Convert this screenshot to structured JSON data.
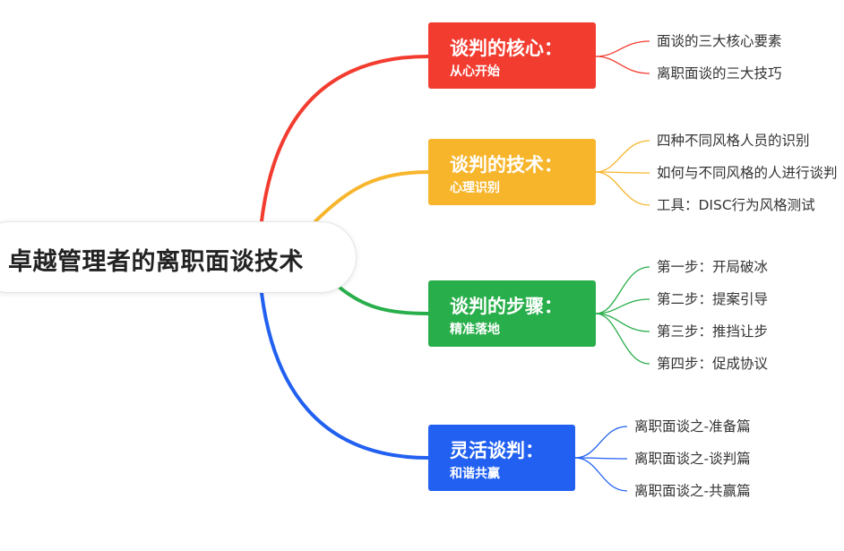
{
  "root": {
    "title": "卓越管理者的离职面谈技术"
  },
  "branches": [
    {
      "title": "谈判的核心：",
      "subtitle": "从心开始",
      "color": "#f23c30",
      "leaves": [
        "面谈的三大核心要素",
        "离职面谈的三大技巧"
      ]
    },
    {
      "title": "谈判的技术：",
      "subtitle": "心理识别",
      "color": "#f7b52c",
      "leaves": [
        "四种不同风格人员的识别",
        "如何与不同风格的人进行谈判",
        "工具：DISC行为风格测试"
      ]
    },
    {
      "title": "谈判的步骤：",
      "subtitle": "精准落地",
      "color": "#28ae4a",
      "leaves": [
        "第一步：开局破冰",
        "第二步：提案引导",
        "第三步：推挡让步",
        "第四步：促成协议"
      ]
    },
    {
      "title": "灵活谈判：",
      "subtitle": "和谐共赢",
      "color": "#2160f0",
      "leaves": [
        "离职面谈之-准备篇",
        "离职面谈之-谈判篇",
        "离职面谈之-共赢篇"
      ]
    }
  ]
}
